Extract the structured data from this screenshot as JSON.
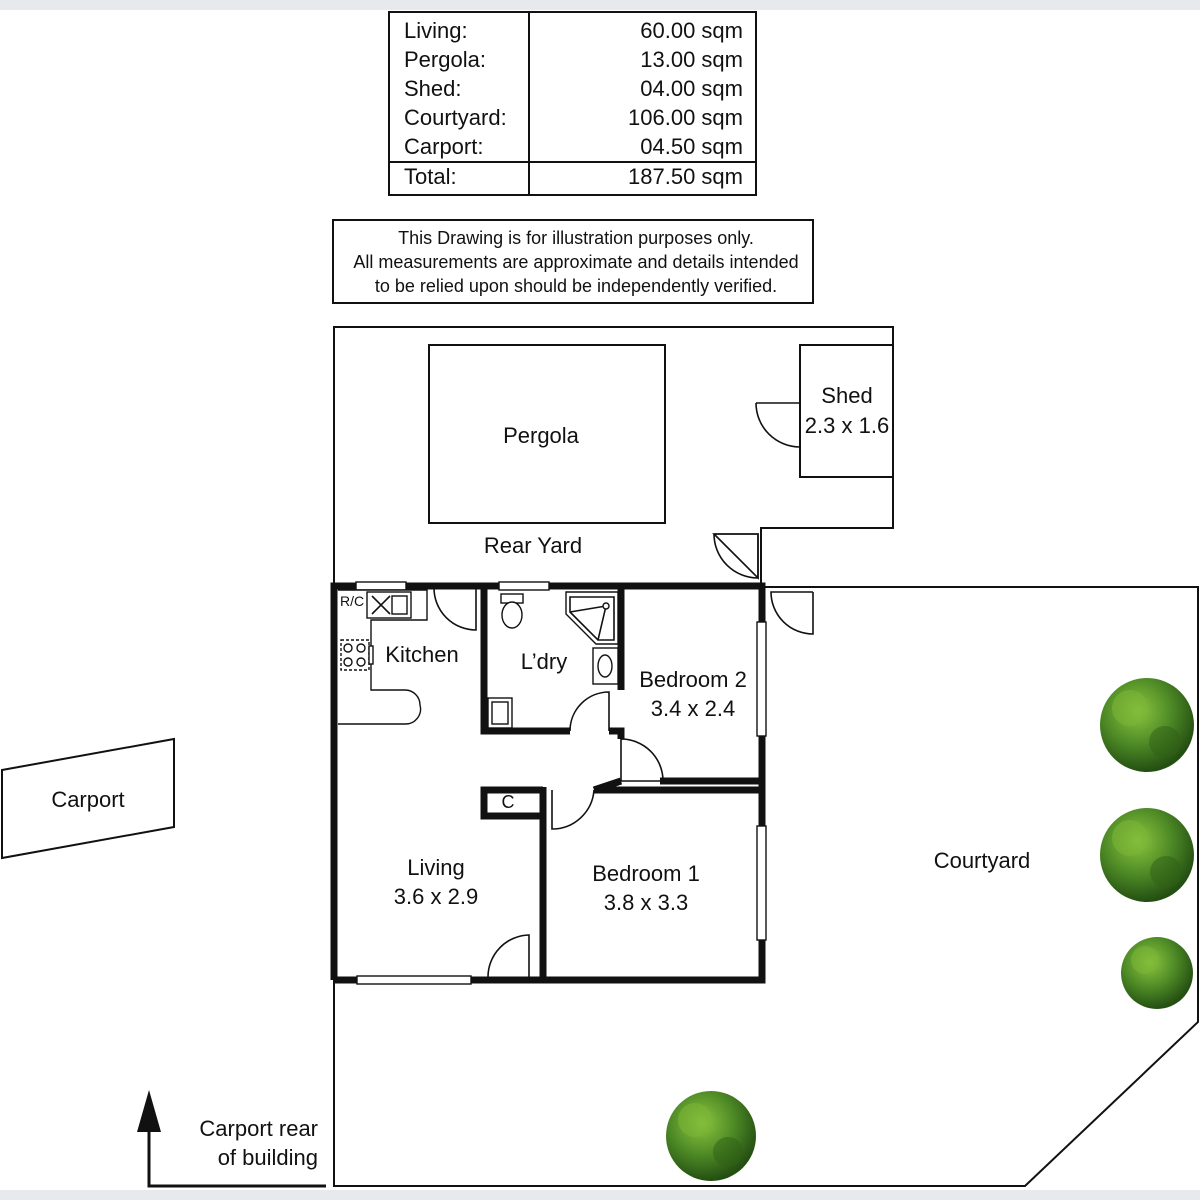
{
  "area_table": {
    "rows": [
      {
        "label": "Living:",
        "value": "60.00 sqm"
      },
      {
        "label": "Pergola:",
        "value": "13.00 sqm"
      },
      {
        "label": "Shed:",
        "value": "04.00 sqm"
      },
      {
        "label": "Courtyard:",
        "value": "106.00 sqm"
      },
      {
        "label": "Carport:",
        "value": "04.50 sqm"
      }
    ],
    "total": {
      "label": "Total:",
      "value": "187.50 sqm"
    }
  },
  "disclaimer": {
    "line1": "This Drawing is for illustration purposes only.",
    "line2": "All measurements are approximate and details intended",
    "line3": "to be relied upon should be independently verified."
  },
  "rooms": {
    "pergola": "Pergola",
    "shed": {
      "name": "Shed",
      "size": "2.3 x 1.6"
    },
    "rear_yard": "Rear Yard",
    "kitchen": "Kitchen",
    "rc": "R/C",
    "laundry": "L’dry",
    "bedroom2": {
      "name": "Bedroom 2",
      "size": "3.4 x 2.4"
    },
    "bedroom1": {
      "name": "Bedroom 1",
      "size": "3.8 x 3.3"
    },
    "living": {
      "name": "Living",
      "size": "3.6 x 2.9"
    },
    "cupboard": "C",
    "courtyard": "Courtyard",
    "carport": "Carport"
  },
  "note": {
    "line1": "Carport rear",
    "line2": "of building"
  }
}
